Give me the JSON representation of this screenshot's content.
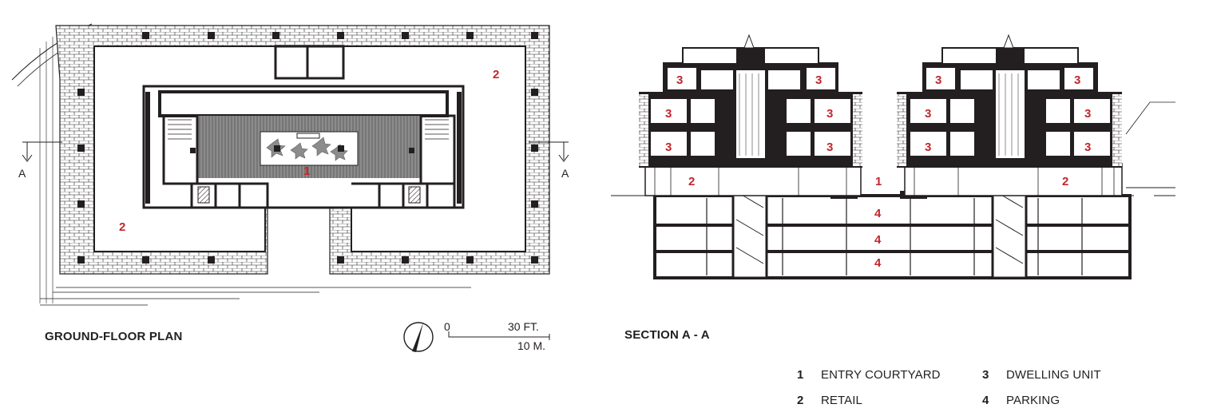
{
  "captions": {
    "plan": "GROUND-FLOOR PLAN",
    "section": "SECTION A - A"
  },
  "scale": {
    "zero": "0",
    "feet": "30 FT.",
    "meters": "10 M."
  },
  "section_markers": {
    "left": "A",
    "right": "A"
  },
  "legend": [
    {
      "num": "1",
      "label": "ENTRY COURTYARD"
    },
    {
      "num": "2",
      "label": "RETAIL"
    },
    {
      "num": "3",
      "label": "DWELLING UNIT"
    },
    {
      "num": "4",
      "label": "PARKING"
    }
  ],
  "plan_tags": {
    "courtyard": "1",
    "retail_ne": "2",
    "retail_sw": "2"
  },
  "section_tags": {
    "courtyard": "1",
    "retail_left": "2",
    "retail_right": "2",
    "dwelling": "3",
    "parking": "4"
  },
  "colors": {
    "tag": "#c1272d",
    "ink": "#231f20"
  }
}
